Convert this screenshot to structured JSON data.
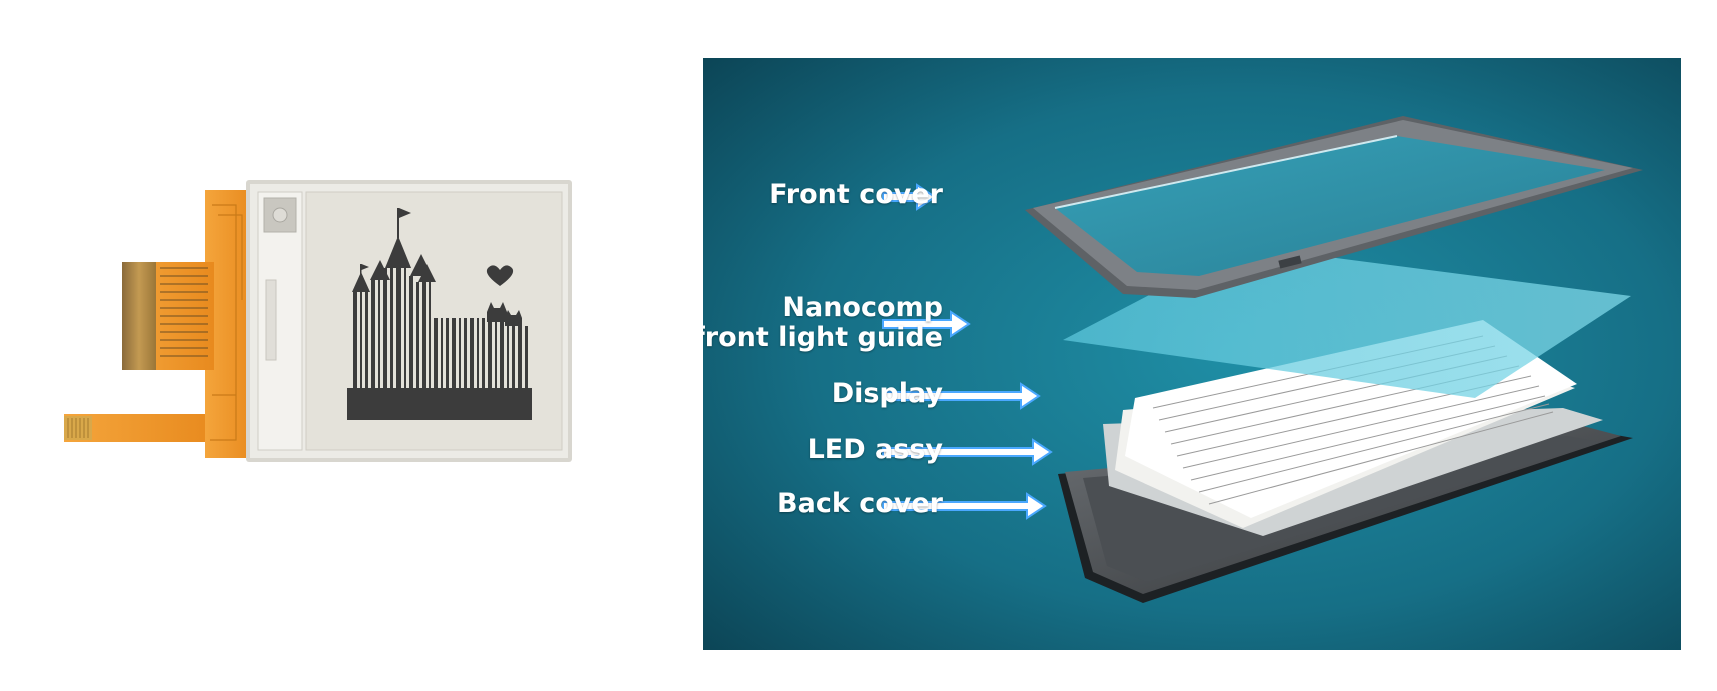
{
  "layers": [
    {
      "id": "front-cover",
      "lines": [
        "Front cover"
      ]
    },
    {
      "id": "front-light-guide",
      "lines": [
        "Nanocomp",
        "front light guide"
      ]
    },
    {
      "id": "display",
      "lines": [
        "Display"
      ]
    },
    {
      "id": "led-assy",
      "lines": [
        "LED assy"
      ]
    },
    {
      "id": "back-cover",
      "lines": [
        "Back cover"
      ]
    }
  ],
  "colors": {
    "background_dark": "#0b4a5c",
    "background_light": "#1e8aa1",
    "arrow": "#4aa8ff",
    "flex_cable": "#f29a2e",
    "panel_frame": "#e7e6e1",
    "eink_screen": "#e4e2da",
    "eink_ink": "#3c3c3c",
    "label_text": "#ffffff"
  }
}
